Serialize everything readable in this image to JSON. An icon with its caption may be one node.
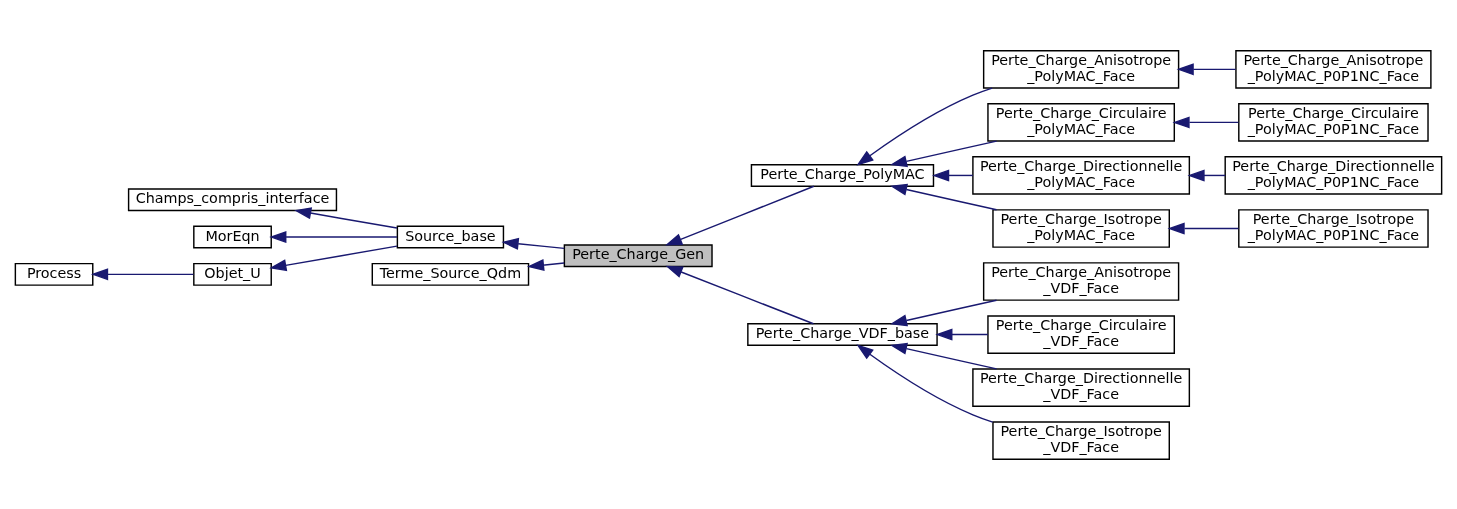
{
  "diagram": {
    "nodes": [
      {
        "text": [
          "Process"
        ]
      },
      {
        "text": [
          "Champs_compris_interface"
        ]
      },
      {
        "text": [
          "MorEqn"
        ]
      },
      {
        "text": [
          "Objet_U"
        ]
      },
      {
        "text": [
          "Source_base"
        ]
      },
      {
        "text": [
          "Terme_Source_Qdm"
        ]
      },
      {
        "text": [
          "Perte_Charge_Gen"
        ]
      },
      {
        "text": [
          "Perte_Charge_PolyMAC"
        ]
      },
      {
        "text": [
          "Perte_Charge_VDF_base"
        ]
      },
      {
        "text": [
          "Perte_Charge_Anisotrope _PolyMAC_Face"
        ]
      },
      {
        "text": [
          "Perte_Charge_Circulaire _PolyMAC_Face"
        ]
      },
      {
        "text": [
          "Perte_Charge_Directionnelle _PolyMAC_Face"
        ]
      },
      {
        "text": [
          "Perte_Charge_Isotrope _PolyMAC_Face"
        ]
      },
      {
        "text": [
          "Perte_Charge_Anisotrope _VDF_Face"
        ]
      },
      {
        "text": [
          "Perte_Charge_Circulaire _VDF_Face"
        ]
      },
      {
        "text": [
          "Perte_Charge_Directionnelle _VDF_Face"
        ]
      },
      {
        "text": [
          "Perte_Charge_Isotrope _VDF_Face"
        ]
      },
      {
        "text": [
          "Perte_Charge_Anisotrope _PolyMAC_P0P1NC_Face"
        ]
      },
      {
        "text": [
          "Perte_Charge_Circulaire _PolyMAC_P0P1NC_Face"
        ]
      },
      {
        "text": [
          "Perte_Charge_Directionnelle _PolyMAC_P0P1NC_Face"
        ]
      },
      {
        "text": [
          "Perte_Charge_Isotrope _PolyMAC_P0P1NC_Face"
        ]
      }
    ],
    "edges": [
      {
        "from": 3,
        "to": 0,
        "arrow": "to"
      },
      {
        "from": 4,
        "to": 1,
        "arrow": "to"
      },
      {
        "from": 4,
        "to": 2,
        "arrow": "to"
      },
      {
        "from": 4,
        "to": 3,
        "arrow": "to"
      },
      {
        "from": 6,
        "to": 4,
        "arrow": "to"
      },
      {
        "from": 6,
        "to": 5,
        "arrow": "to"
      },
      {
        "from": 7,
        "to": 6,
        "arrow": "to"
      },
      {
        "from": 8,
        "to": 6,
        "arrow": "to"
      },
      {
        "from": 9,
        "to": 7,
        "arrow": "to"
      },
      {
        "from": 10,
        "to": 7,
        "arrow": "to"
      },
      {
        "from": 11,
        "to": 7,
        "arrow": "to"
      },
      {
        "from": 12,
        "to": 7,
        "arrow": "to"
      },
      {
        "from": 13,
        "to": 8,
        "arrow": "to"
      },
      {
        "from": 14,
        "to": 8,
        "arrow": "to"
      },
      {
        "from": 15,
        "to": 8,
        "arrow": "to"
      },
      {
        "from": 16,
        "to": 8,
        "arrow": "to"
      },
      {
        "from": 17,
        "to": 9,
        "arrow": "to"
      },
      {
        "from": 18,
        "to": 10,
        "arrow": "to"
      },
      {
        "from": 19,
        "to": 11,
        "arrow": "to"
      },
      {
        "from": 20,
        "to": 12,
        "arrow": "to"
      }
    ]
  }
}
